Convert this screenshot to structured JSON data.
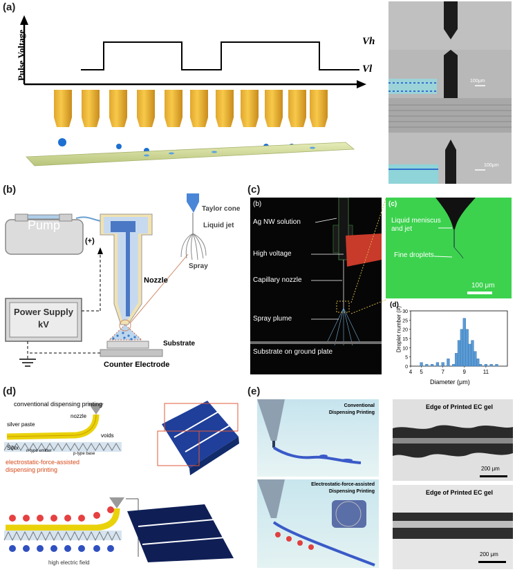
{
  "panels": {
    "a": {
      "label": "(a)",
      "ylabel": "Pulse Voltage",
      "vh": "Vh",
      "vl": "Vl",
      "scale1": "100μm",
      "scale2": "100μm"
    },
    "b": {
      "label": "(b)",
      "pump": "Pump",
      "plus": "(+)",
      "power1": "Power Supply",
      "power2": "kV",
      "nozzle": "Nozzle",
      "taylor": "Taylor cone",
      "jet": "Liquid jet",
      "spray": "Spray",
      "substrate": "Substrate",
      "counter": "Counter Electrode"
    },
    "c": {
      "label": "(c)",
      "inner_b": "(b)",
      "inner_c": "(c)",
      "inner_d": "(d)",
      "ag": "Ag NW solution",
      "hv": "High voltage",
      "cap": "Capillary nozzle",
      "plume": "Spray plume",
      "sub": "Substrate on ground plate",
      "meniscus1": "Liquid meniscus",
      "meniscus2": "and jet",
      "fine": "Fine droplets",
      "scale": "100 μm"
    },
    "d": {
      "label": "(d)",
      "conv": "conventional dispensing printing",
      "nozzle": "nozzle",
      "paste": "silver paste",
      "voids": "voids",
      "sinx": "SiNx",
      "emitter": "n-type emitter",
      "base": "p-type base",
      "efa1": "electrostatic-force-assisted",
      "efa2": "dispensing printing",
      "hef": "high electric field"
    },
    "e": {
      "label": "(e)",
      "conv1": "Conventional",
      "conv2": "Dispensing Printing",
      "efa1": "Electrostatic-force-assisted",
      "efa2": "Dispensing Printing",
      "edge1": "Edge of Printed EC gel",
      "edge2": "Edge of Printed EC gel",
      "scale1": "200 μm",
      "scale2": "200 μm"
    }
  },
  "chart_data": {
    "type": "bar",
    "xlabel": "Diameter (μm)",
    "ylabel": "Droplet number (#)",
    "xlim": [
      4,
      13
    ],
    "ylim": [
      0,
      30
    ],
    "xticks": [
      "4",
      "5",
      "7",
      "9",
      "11"
    ],
    "yticks": [
      "0",
      "5",
      "10",
      "15",
      "20",
      "25",
      "30"
    ],
    "x": [
      5.0,
      5.5,
      6.0,
      6.5,
      7.0,
      7.5,
      8.0,
      8.25,
      8.5,
      8.75,
      9.0,
      9.25,
      9.5,
      9.75,
      10.0,
      10.25,
      10.5,
      11.0,
      11.5,
      12.0
    ],
    "values": [
      2,
      1,
      1,
      2,
      2,
      4,
      1,
      7,
      14,
      20,
      26,
      20,
      12,
      14,
      8,
      4,
      1,
      1,
      1,
      1
    ],
    "color": "#5b9bd5"
  }
}
